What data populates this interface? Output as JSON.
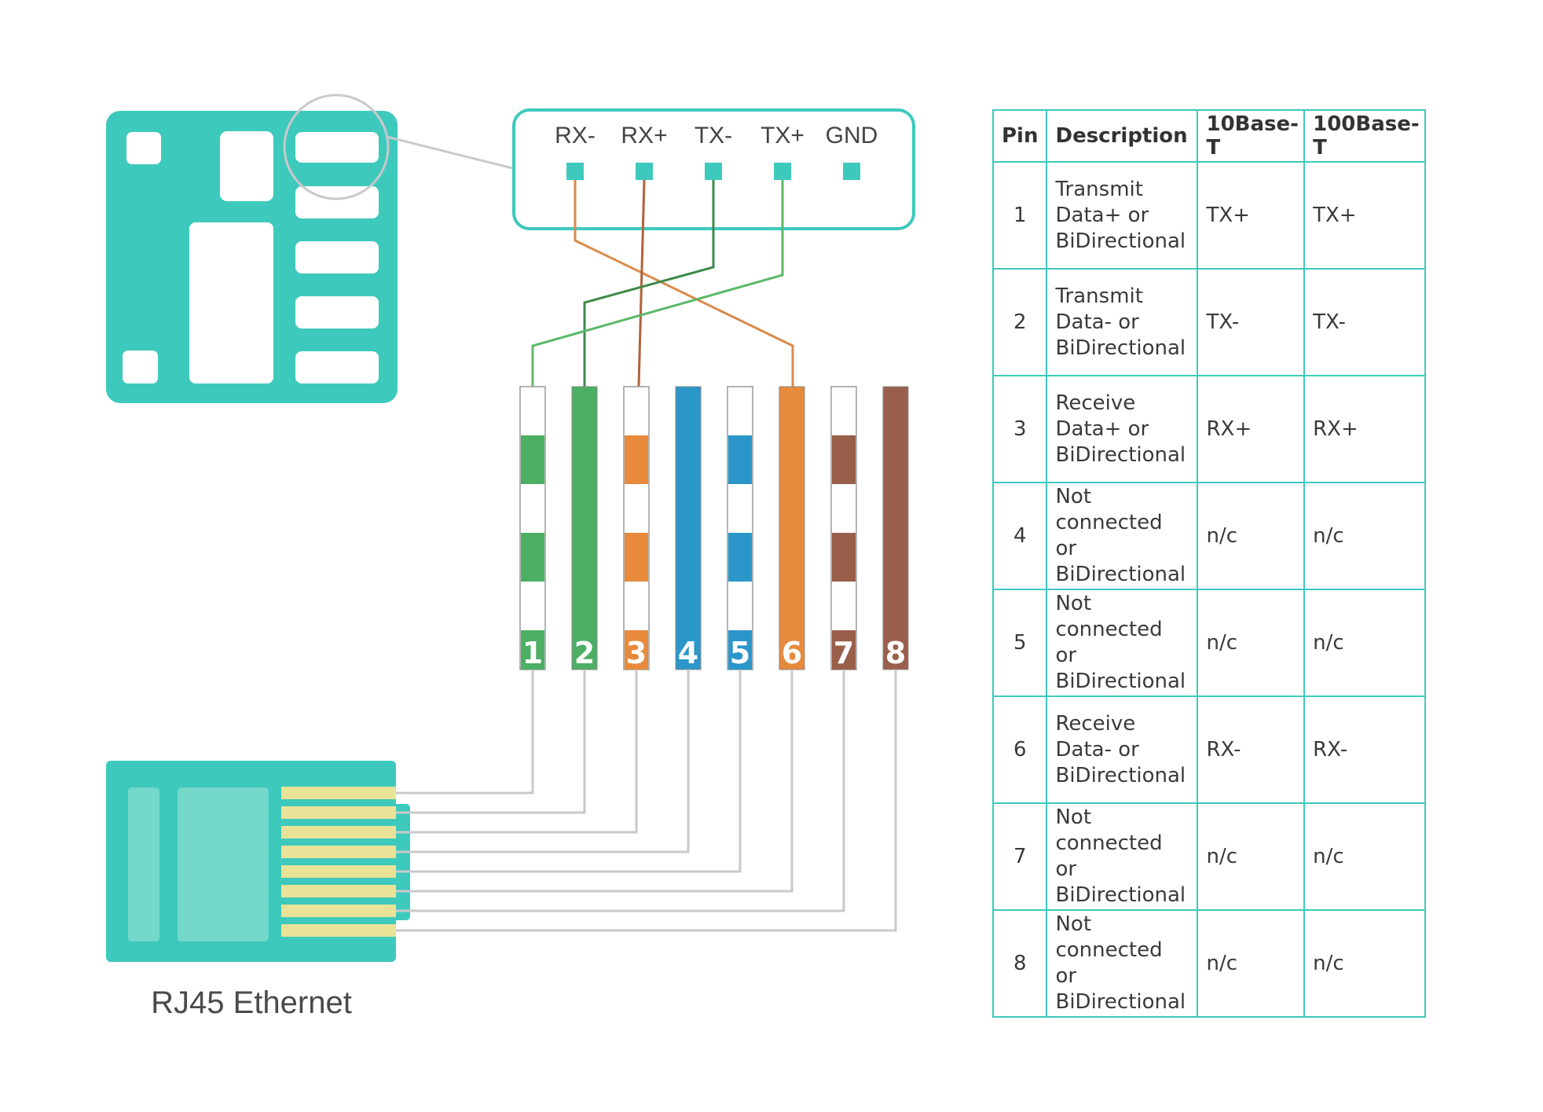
{
  "signals": [
    "RX-",
    "RX+",
    "TX-",
    "TX+",
    "GND"
  ],
  "connector_label": "RJ45 Ethernet",
  "wires": [
    {
      "number": "1",
      "color": "#4caf64",
      "striped": true
    },
    {
      "number": "2",
      "color": "#4caf64",
      "striped": false
    },
    {
      "number": "3",
      "color": "#e88a3c",
      "striped": true
    },
    {
      "number": "4",
      "color": "#2b96c9",
      "striped": false
    },
    {
      "number": "5",
      "color": "#2b96c9",
      "striped": true
    },
    {
      "number": "6",
      "color": "#e88a3c",
      "striped": false
    },
    {
      "number": "7",
      "color": "#9a5f4a",
      "striped": true
    },
    {
      "number": "8",
      "color": "#9a5f4a",
      "striped": false
    }
  ],
  "colors": {
    "teal": "#3ec9bd",
    "teal_light": "#74d8ca",
    "gold_contact": "#e9e397",
    "link_orange": "#d98b4b",
    "link_brown": "#b0623a",
    "link_green_dark": "#3d8a48",
    "link_green": "#5cb86a",
    "lead_gray": "#c9c9c9"
  },
  "table": {
    "headers": [
      "Pin",
      "Description",
      "10Base-T",
      "100Base-T"
    ],
    "rows": [
      {
        "pin": "1",
        "description": "Transmit Data+ or BiDirectional",
        "base10": "TX+",
        "base100": "TX+"
      },
      {
        "pin": "2",
        "description": "Transmit Data- or BiDirectional",
        "base10": "TX-",
        "base100": "TX-"
      },
      {
        "pin": "3",
        "description": "Receive Data+ or BiDirectional",
        "base10": "RX+",
        "base100": "RX+"
      },
      {
        "pin": "4",
        "description": "Not connected or BiDirectional",
        "base10": "n/c",
        "base100": "n/c"
      },
      {
        "pin": "5",
        "description": "Not connected or BiDirectional",
        "base10": "n/c",
        "base100": "n/c"
      },
      {
        "pin": "6",
        "description": "Receive Data- or BiDirectional",
        "base10": "RX-",
        "base100": "RX-"
      },
      {
        "pin": "7",
        "description": "Not connected or BiDirectional",
        "base10": "n/c",
        "base100": "n/c"
      },
      {
        "pin": "8",
        "description": "Not connected or BiDirectional",
        "base10": "n/c",
        "base100": "n/c"
      }
    ]
  }
}
